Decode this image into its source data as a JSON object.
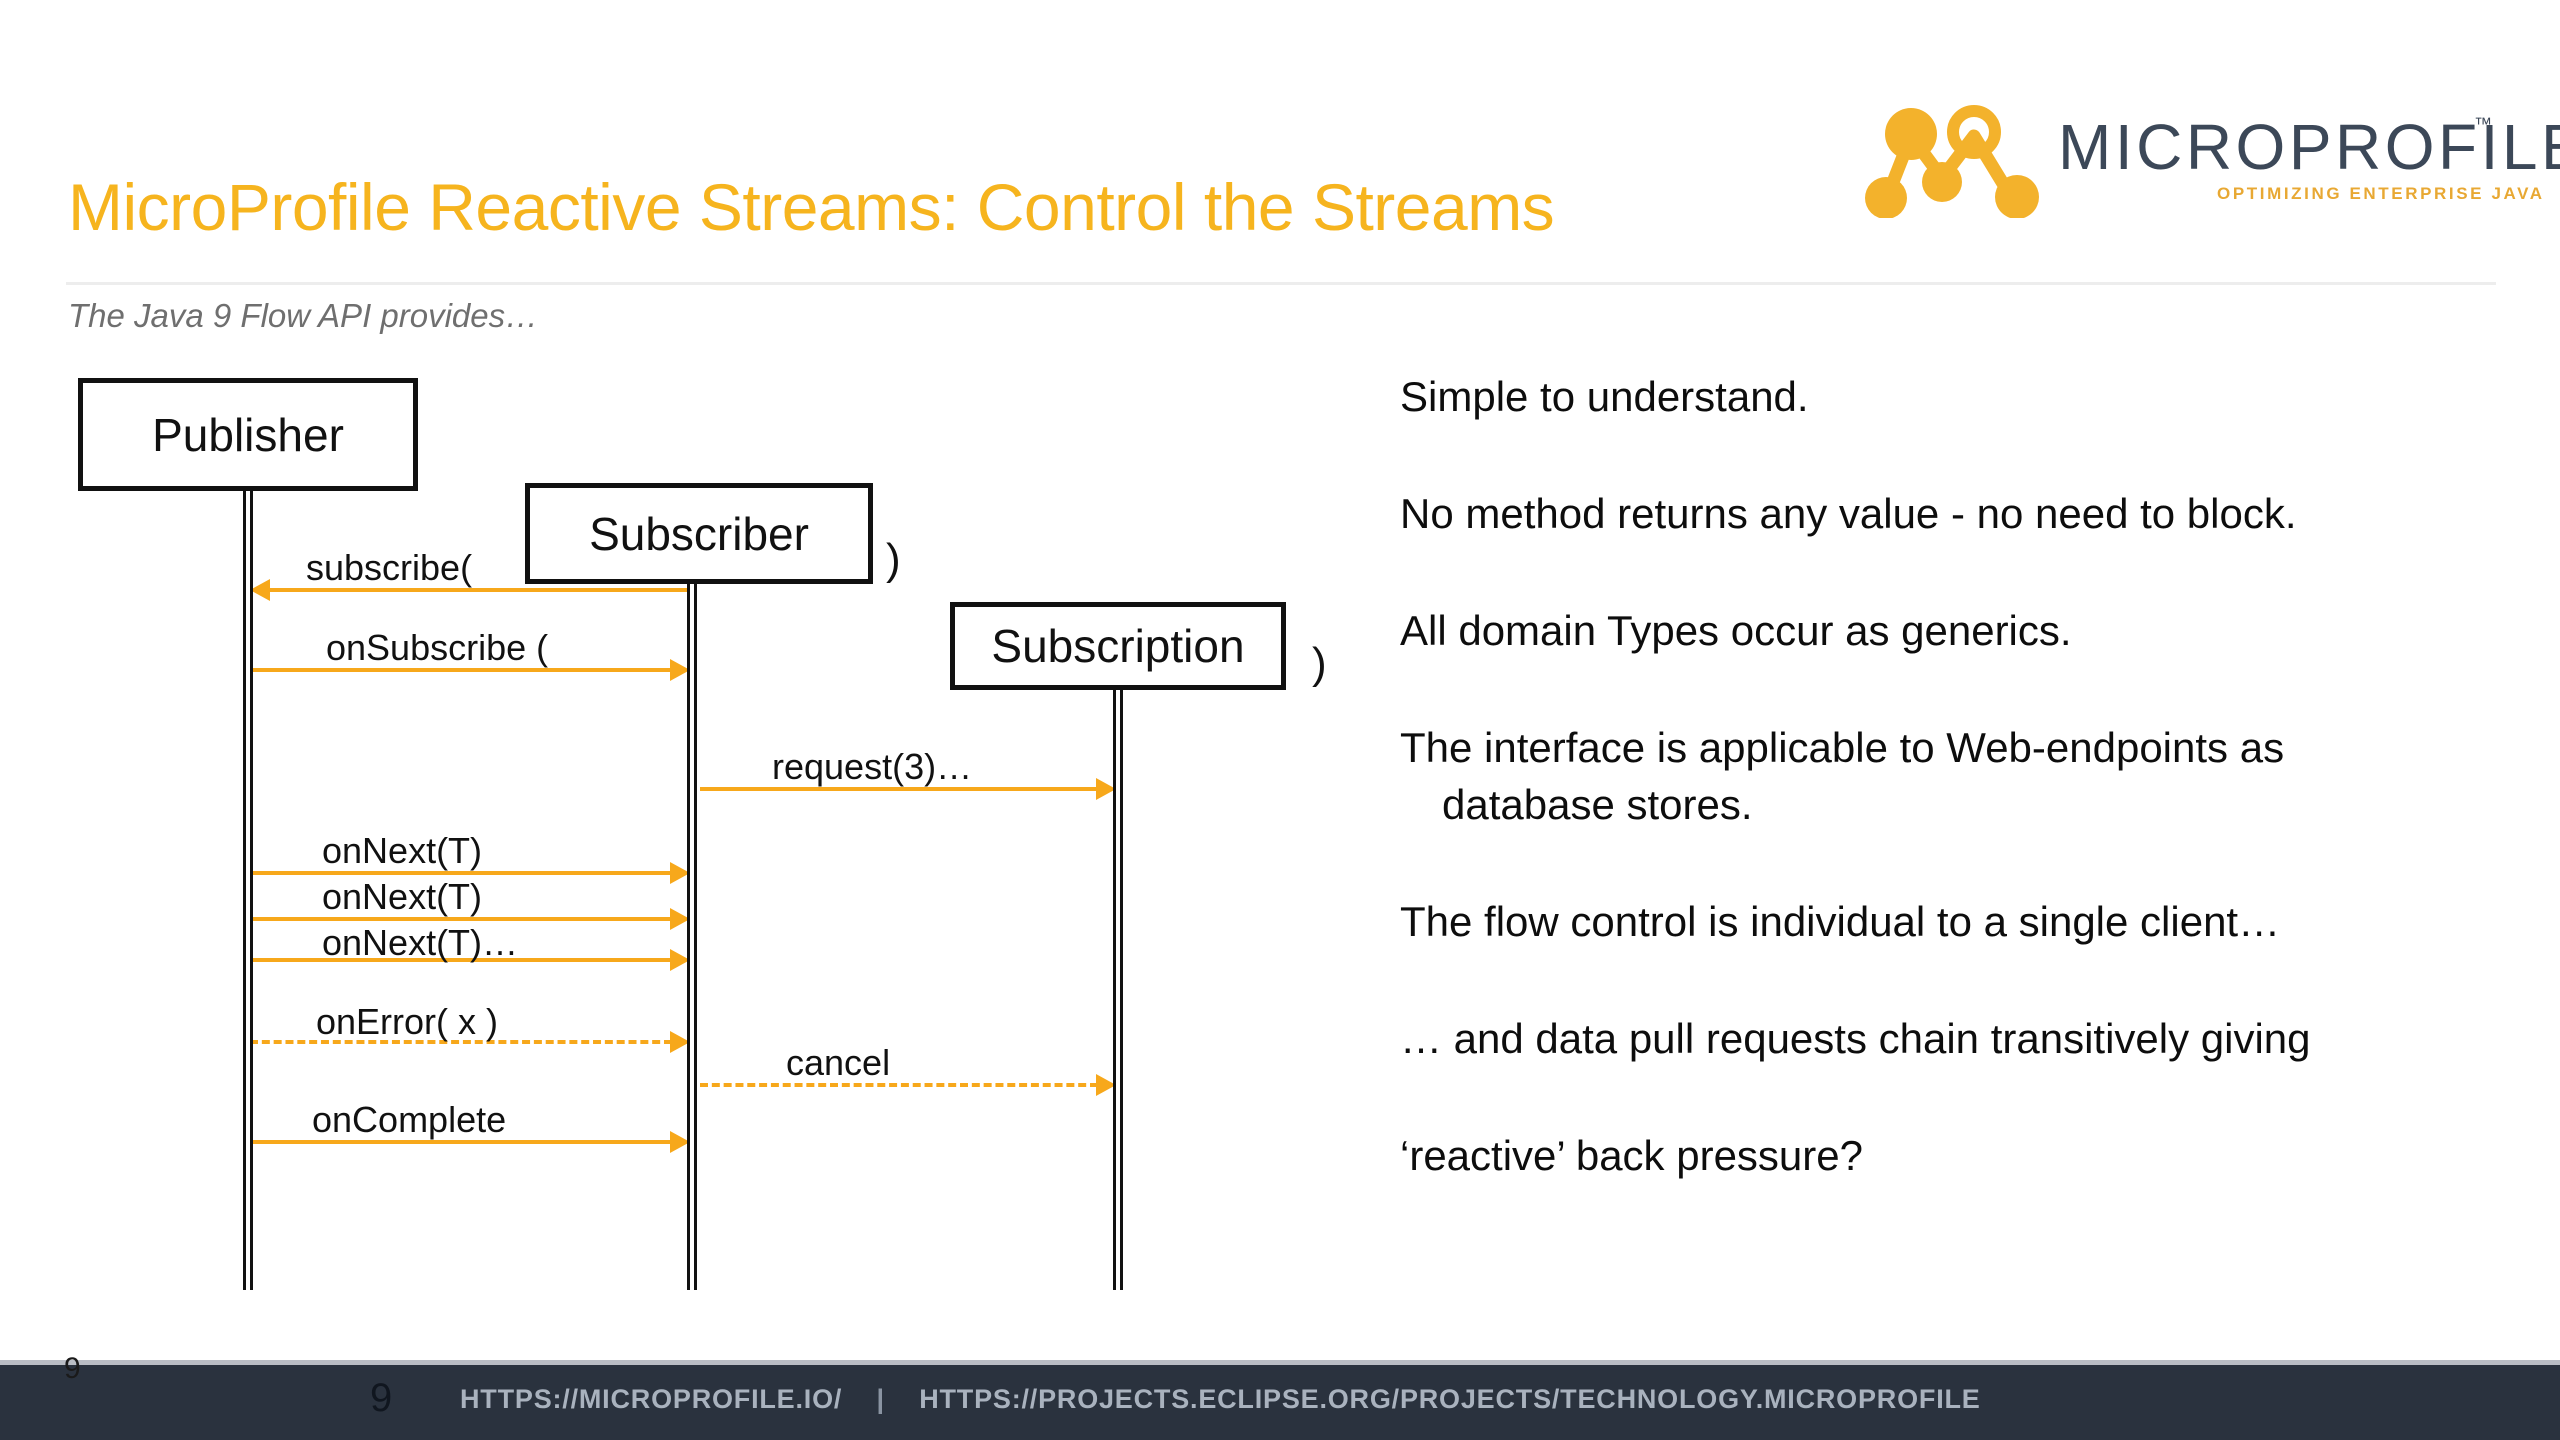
{
  "slide": {
    "title": "MicroProfile Reactive Streams: Control the Streams",
    "subtitle": "The Java 9 Flow API provides…",
    "accent_color": "#F6B41E",
    "arrow_color": "#F7A81B",
    "footer_bg": "#2A323E"
  },
  "logo": {
    "wordmark": "MICROPROFILE",
    "trademark": "™",
    "tagline": "OPTIMIZING ENTERPRISE JAVA",
    "mark_color": "#F3B22C",
    "wordmark_color": "#3C4858"
  },
  "diagram": {
    "type": "sequence",
    "nodes": [
      {
        "id": "publisher",
        "label": "Publisher",
        "paren": ""
      },
      {
        "id": "subscriber",
        "label": "Subscriber",
        "paren": ")"
      },
      {
        "id": "subscription",
        "label": "Subscription",
        "paren": ")"
      }
    ],
    "messages": [
      {
        "label": "subscribe(",
        "from": "subscriber",
        "to": "publisher",
        "direction": "left",
        "style": "solid"
      },
      {
        "label": "onSubscribe (",
        "from": "publisher",
        "to": "subscriber",
        "direction": "right",
        "style": "solid"
      },
      {
        "label": "request(3)…",
        "from": "subscriber",
        "to": "subscription",
        "direction": "right",
        "style": "solid"
      },
      {
        "label": "onNext(T)",
        "from": "publisher",
        "to": "subscriber",
        "direction": "right",
        "style": "solid"
      },
      {
        "label": "onNext(T)",
        "from": "publisher",
        "to": "subscriber",
        "direction": "right",
        "style": "solid"
      },
      {
        "label": "onNext(T)…",
        "from": "publisher",
        "to": "subscriber",
        "direction": "right",
        "style": "solid"
      },
      {
        "label": "onError( x )",
        "from": "publisher",
        "to": "subscriber",
        "direction": "right",
        "style": "dashed"
      },
      {
        "label": "cancel",
        "from": "subscriber",
        "to": "subscription",
        "direction": "right",
        "style": "dashed"
      },
      {
        "label": "onComplete",
        "from": "publisher",
        "to": "subscriber",
        "direction": "right",
        "style": "solid"
      }
    ]
  },
  "bullets": [
    {
      "line1": "Simple to understand.",
      "line2": ""
    },
    {
      "line1": "No method returns any value - no need to block.",
      "line2": ""
    },
    {
      "line1": "All domain Types occur as generics.",
      "line2": ""
    },
    {
      "line1": "The interface is applicable to Web-endpoints as",
      "line2": "database stores."
    },
    {
      "line1": "The flow control is individual to a single client…",
      "line2": ""
    },
    {
      "line1": "… and data pull requests chain transitively giving",
      "line2": ""
    },
    {
      "line1": "‘reactive’ back pressure?",
      "line2": ""
    }
  ],
  "footer": {
    "page_number": "9",
    "page_number_small": "9",
    "link_primary": "HTTPS://MICROPROFILE.IO/",
    "separator": "|",
    "link_secondary": "HTTPS://PROJECTS.ECLIPSE.ORG/PROJECTS/TECHNOLOGY.MICROPROFILE"
  }
}
